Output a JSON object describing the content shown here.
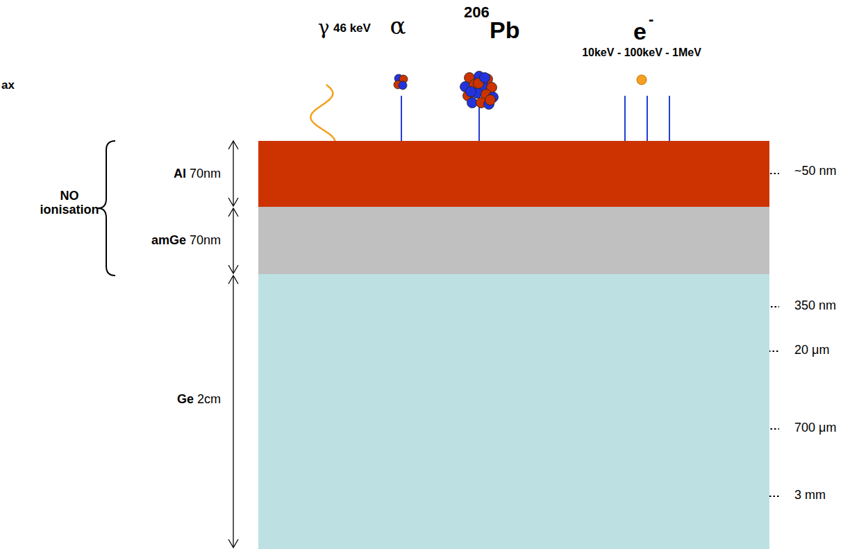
{
  "diagram": {
    "nodes": [
      {
        "text": [
          "Al",
          "70nm"
        ]
      },
      {
        "text": [
          "amGe",
          "70nm"
        ]
      },
      {
        "text": [
          "Ge",
          "2cm"
        ]
      }
    ],
    "labels": [
      "ax",
      "γ",
      "46 keV",
      "α",
      "206",
      "Pb",
      "e",
      "-",
      "10keV - 100keV - 1MeV",
      "NO ionisation",
      "~50 nm",
      "350 nm",
      "20 μm",
      "700 μm",
      "3 mm"
    ]
  }
}
